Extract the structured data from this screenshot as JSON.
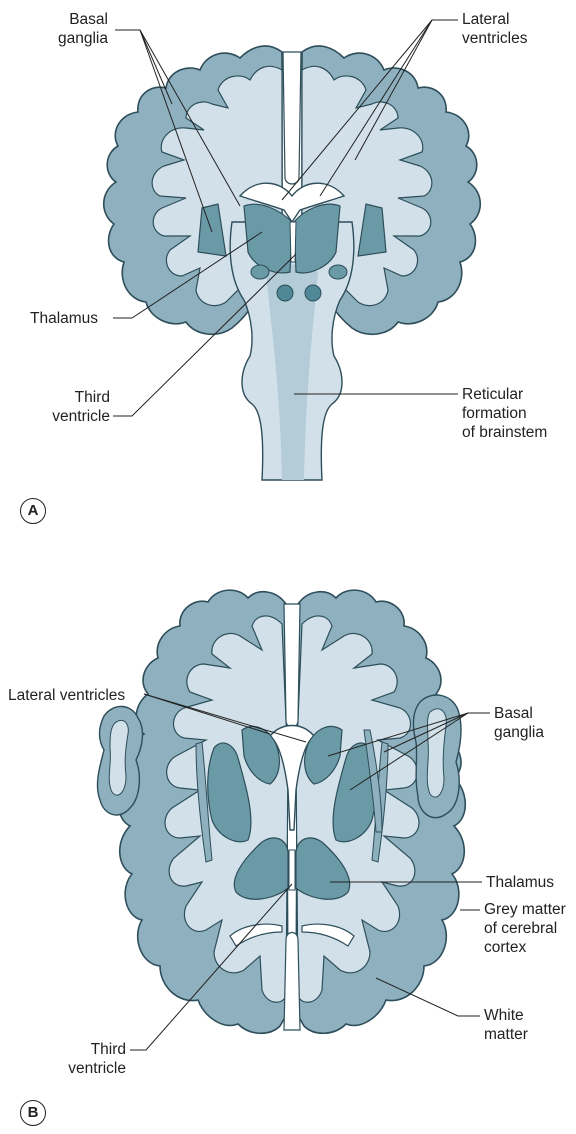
{
  "panel_a": {
    "letter": "A",
    "labels": {
      "basal_ganglia": "Basal\nganglia",
      "lateral_ventricles": "Lateral\nventricles",
      "thalamus": "Thalamus",
      "third_ventricle": "Third\nventricle",
      "reticular_formation": "Reticular\nformation\nof brainstem"
    }
  },
  "panel_b": {
    "letter": "B",
    "labels": {
      "lateral_ventricles": "Lateral ventricles",
      "basal_ganglia": "Basal\nganglia",
      "thalamus": "Thalamus",
      "grey_matter": "Grey matter\nof cerebral\ncortex",
      "third_ventricle": "Third\nventricle",
      "white_matter": "White\nmatter"
    }
  },
  "colors": {
    "cortex_grey": "#8fb1bf",
    "white_matter": "#d2e1e9",
    "deep_nuclei": "#6a9aa6",
    "ventricle": "#ffffff",
    "outline": "#2d4e5a",
    "leader_line": "#222222"
  }
}
